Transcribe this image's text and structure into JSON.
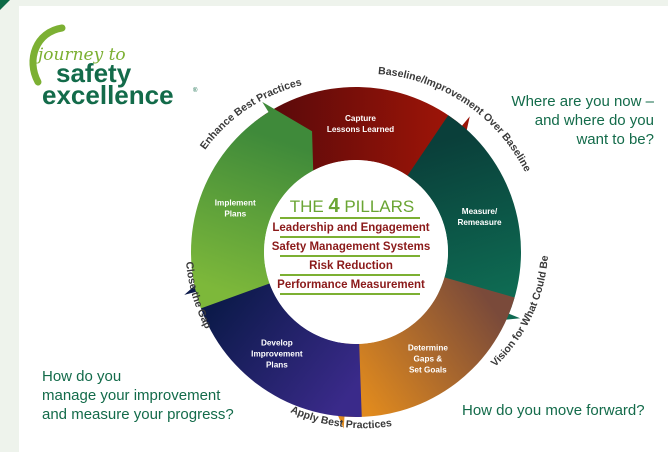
{
  "logo": {
    "line1": "journey to",
    "line2": "safety",
    "line3": "excellence",
    "registered_mark": "®"
  },
  "questions": {
    "top_right": [
      "Where are you now –",
      "and where do you",
      "want to be?"
    ],
    "bottom_left": [
      "How do you",
      "manage your improvement",
      "and measure your progress?"
    ],
    "bottom_right": "How do you move forward?"
  },
  "center": {
    "title_prefix": "THE ",
    "title_number": "4",
    "title_suffix": " PILLARS",
    "pillars": [
      "Leadership and Engagement",
      "Safety Management Systems",
      "Risk Reduction",
      "Performance Measurement"
    ]
  },
  "cycle": {
    "segments": [
      {
        "name": "capture",
        "lines": [
          "Capture",
          "Lessons Learned"
        ],
        "color_a": "#5c0a0a",
        "color_b": "#9a1408"
      },
      {
        "name": "measure",
        "lines": [
          "Measure/",
          "Remeasure"
        ],
        "color_a": "#0a3f3a",
        "color_b": "#0e6a52"
      },
      {
        "name": "determine",
        "lines": [
          "Determine",
          "Gaps &",
          "Set Goals"
        ],
        "color_a": "#7a4a3a",
        "color_b": "#e08a1e"
      },
      {
        "name": "develop",
        "lines": [
          "Develop",
          "Improvement",
          "Plans"
        ],
        "color_a": "#3a2a8a",
        "color_b": "#0c1a4a"
      },
      {
        "name": "implement",
        "lines": [
          "Implement",
          "Plans"
        ],
        "color_a": "#7db83a",
        "color_b": "#3f8a3a"
      }
    ],
    "ring_labels": [
      "Enhance Best Practices",
      "Baseline/Improvement Over Baseline",
      "Vision for What Could Be",
      "Apply Best Practices",
      "Close the Gap"
    ]
  },
  "colors": {
    "brand_green": "#136b4a",
    "logo_green": "#7cb033",
    "pillar_red": "#8b1a1a",
    "pillar_rule": "#7cb033"
  }
}
